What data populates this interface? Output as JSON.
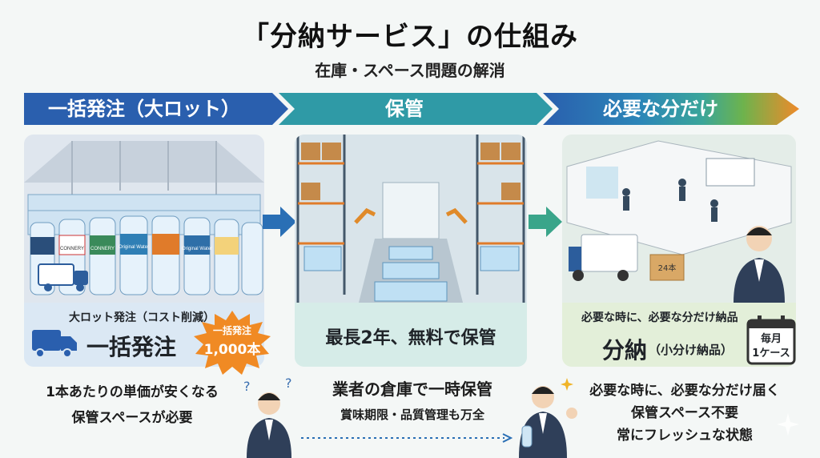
{
  "title": "「分納サービス」の仕組み",
  "subtitle": "在庫・スペース問題の解消",
  "colors": {
    "blue": "#2c6cb4",
    "teal": "#2f9aa6",
    "green": "#4aae62",
    "orange": "#ee8a2c",
    "burst": "#f08a24"
  },
  "steps": [
    {
      "header": "一括発注（大ロット）",
      "caption_small": "大ロット発注（コスト削減）",
      "caption_big": "一括発注",
      "badge_line1": "一括発注",
      "badge_line2": "1,000本",
      "desc_line1": "1本あたりの単価が安くなる",
      "desc_line2": "保管スペースが必要",
      "bottle_labels": [
        "CONNERY",
        "CONNERY",
        "Original Water",
        "Original Water"
      ]
    },
    {
      "header": "保管",
      "caption_big": "最長2年、無料で保管",
      "desc_line1": "業者の倉庫で一時保管",
      "desc_line2": "賞味期限・品質管理も万全"
    },
    {
      "header": "必要な分だけ",
      "caption_small": "必要な時に、必要な分だけ納品",
      "caption_big": "分納",
      "caption_paren": "（小分け納品）",
      "calendar_line1": "毎月",
      "calendar_line2": "1ケース",
      "box_label": "24本",
      "desc_line1": "必要な時に、必要な分だけ届く",
      "desc_line2": "保管スペース不要",
      "desc_line3": "常にフレッシュな状態"
    }
  ]
}
